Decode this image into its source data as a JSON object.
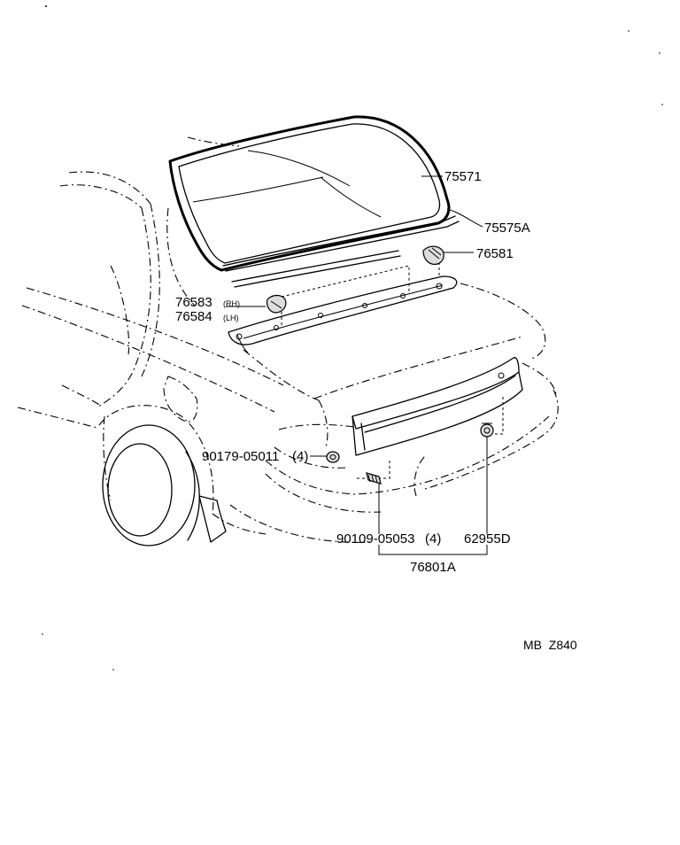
{
  "parts": {
    "p75571": "75571",
    "p75575a": "75575A",
    "p76581": "76581",
    "p76583": "76583",
    "p76583_side": "(RH)",
    "p76584": "76584",
    "p76584_side": "(LH)",
    "p90179": "90179-05011",
    "p90179_qty": "(4)",
    "p90109": "90109-05053",
    "p90109_qty": "(4)",
    "p62955d": "62955D",
    "p76801a": "76801A"
  },
  "footer": {
    "code": "MB  Z840"
  }
}
